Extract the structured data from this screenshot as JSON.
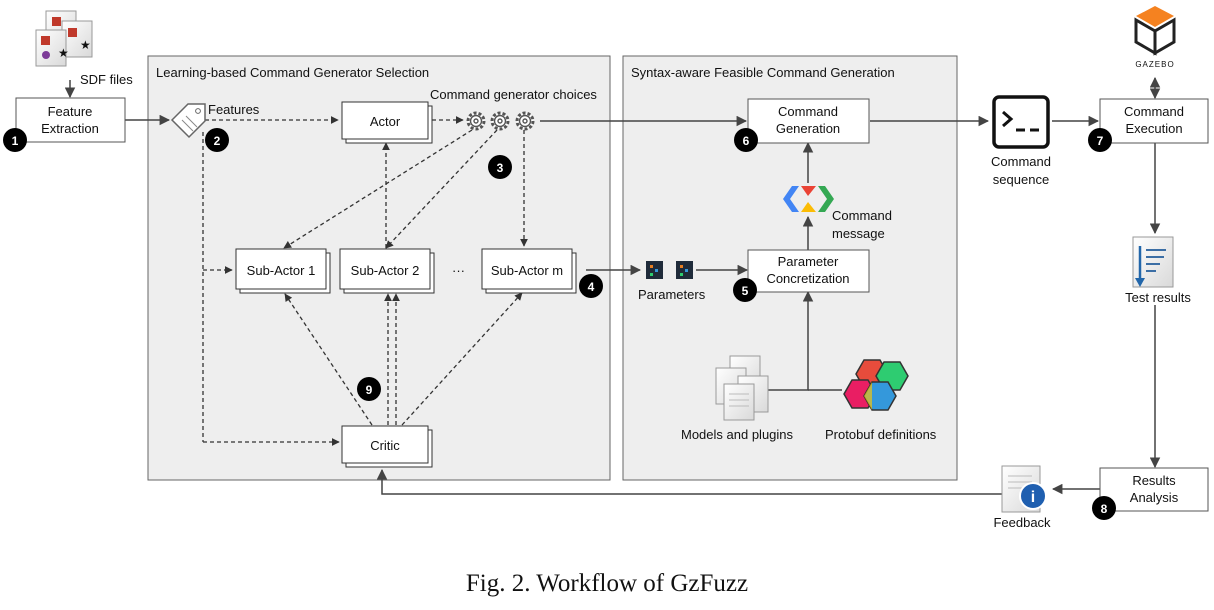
{
  "panels": {
    "selection_title": "Learning-based Command Generator Selection",
    "generation_title": "Syntax-aware Feasible Command Generation"
  },
  "nodes": {
    "sdf_files": "SDF files",
    "feature_extraction": [
      "Feature",
      "Extraction"
    ],
    "features": "Features",
    "actor": "Actor",
    "command_generator_choices": "Command generator choices",
    "sub_actor_1": "Sub-Actor 1",
    "sub_actor_2": "Sub-Actor 2",
    "ellipsis": "···",
    "sub_actor_m": "Sub-Actor m",
    "critic": "Critic",
    "command_generation": [
      "Command",
      "Generation"
    ],
    "command_message": [
      "Command",
      "message"
    ],
    "parameter_concretization": [
      "Parameter",
      "Concretization"
    ],
    "parameters": "Parameters",
    "models_and_plugins": "Models and plugins",
    "protobuf_definitions": "Protobuf definitions",
    "command_sequence": [
      "Command",
      "sequence"
    ],
    "gazebo": "GAZEBO",
    "command_execution": [
      "Command",
      "Execution"
    ],
    "test_results": "Test results",
    "results_analysis": [
      "Results",
      "Analysis"
    ],
    "feedback": "Feedback"
  },
  "steps": [
    "1",
    "2",
    "3",
    "4",
    "5",
    "6",
    "7",
    "8",
    "9"
  ],
  "caption": "Fig. 2.  Workflow of GzFuzz"
}
